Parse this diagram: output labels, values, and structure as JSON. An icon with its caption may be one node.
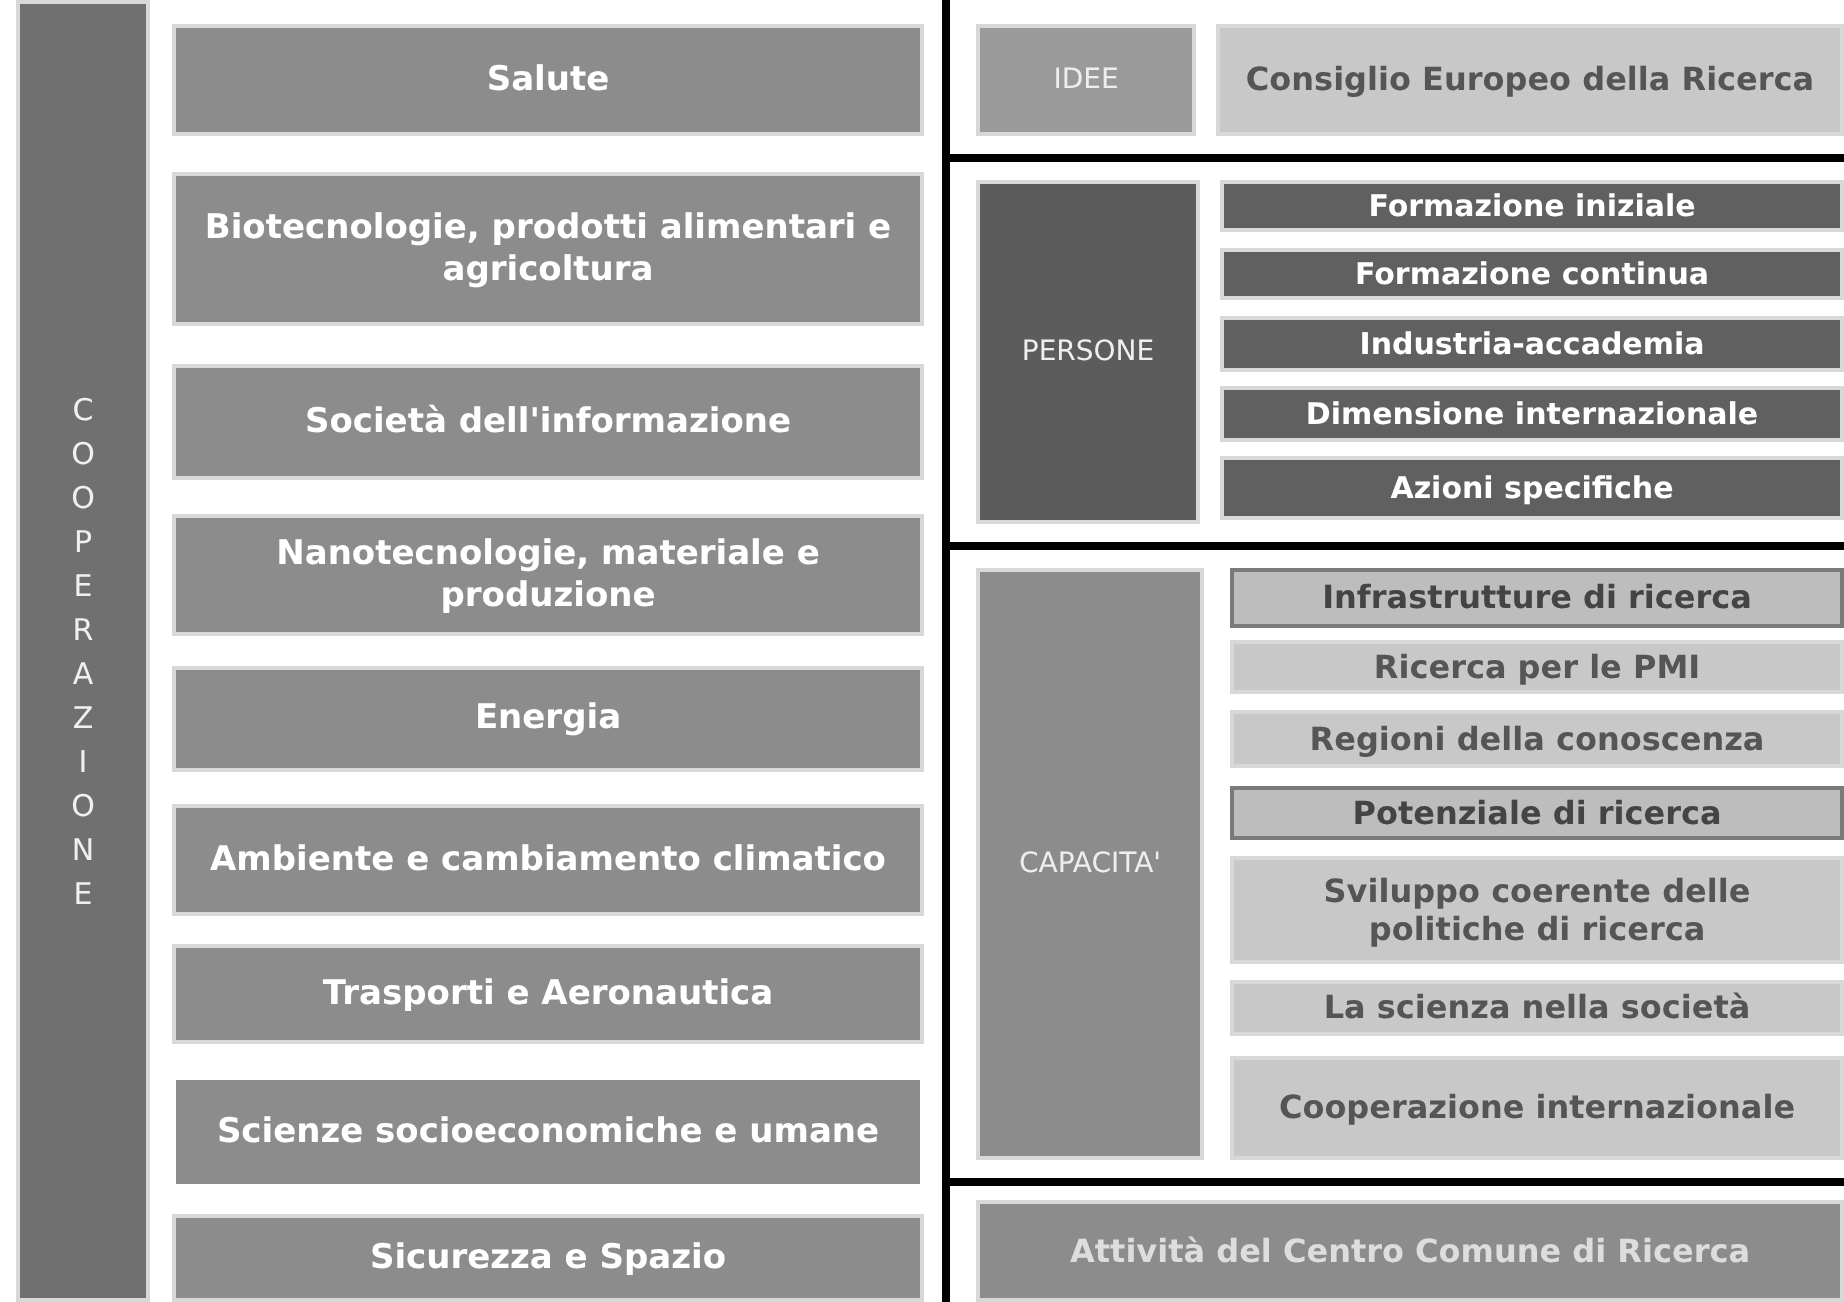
{
  "diagram": {
    "nodes": [
      {
        "text": [
          "COOPERAZIONE"
        ]
      },
      {
        "text": [
          "Salute"
        ]
      },
      {
        "text": [
          "Biotecnologie, prodotti alimentari e agricoltura"
        ]
      },
      {
        "text": [
          "Società dell'informazione"
        ]
      },
      {
        "text": [
          "Nanotecnologie, materiale e produzione"
        ]
      },
      {
        "text": [
          "Energia"
        ]
      },
      {
        "text": [
          "Ambiente e cambiamento climatico"
        ]
      },
      {
        "text": [
          "Trasporti e Aeronautica"
        ]
      },
      {
        "text": [
          "Scienze socioeconomiche e umane"
        ]
      },
      {
        "text": [
          "Sicurezza e Spazio"
        ]
      },
      {
        "text": [
          "IDEE"
        ]
      },
      {
        "text": [
          "Consiglio Europeo della Ricerca"
        ]
      },
      {
        "text": [
          "PERSONE"
        ]
      },
      {
        "text": [
          "Formazione iniziale"
        ]
      },
      {
        "text": [
          "Formazione continua"
        ]
      },
      {
        "text": [
          "Industria-accademia"
        ]
      },
      {
        "text": [
          "Dimensione internazionale"
        ]
      },
      {
        "text": [
          "Azioni specifiche"
        ]
      },
      {
        "text": [
          "CAPACITA'"
        ]
      },
      {
        "text": [
          "Infrastrutture di ricerca"
        ]
      },
      {
        "text": [
          "Ricerca per le PMI"
        ]
      },
      {
        "text": [
          "Regioni della conoscenza"
        ]
      },
      {
        "text": [
          "Potenziale di ricerca"
        ]
      },
      {
        "text": [
          "Sviluppo coerente delle politiche di ricerca"
        ]
      },
      {
        "text": [
          "La scienza nella società"
        ]
      },
      {
        "text": [
          "Cooperazione internazionale"
        ]
      },
      {
        "text": [
          "Attività del Centro Comune di Ricerca"
        ]
      }
    ],
    "edges": []
  }
}
